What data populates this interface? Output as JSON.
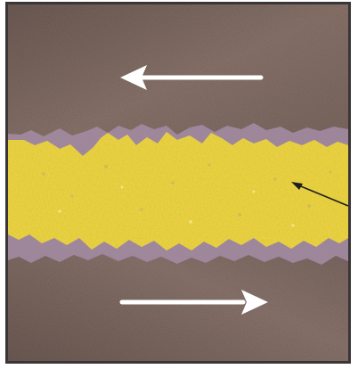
{
  "figure": {
    "type": "cross-section illustration",
    "text_labels": []
  },
  "layers": {
    "upper_block": {
      "color": "#7e6a62"
    },
    "lower_block": {
      "color": "#806c64"
    },
    "fault_gouge": {
      "color": "#ecd646"
    },
    "fringe": {
      "color": "#a48ca6"
    }
  },
  "arrows": {
    "upper": {
      "direction": "left",
      "color": "#ffffff"
    },
    "lower": {
      "direction": "right",
      "color": "#ffffff"
    },
    "pointer": {
      "target": "fault_gouge",
      "color": "#1e1e1e"
    }
  },
  "colors": {
    "frame": "#3a3536",
    "background": "#ffffff"
  }
}
